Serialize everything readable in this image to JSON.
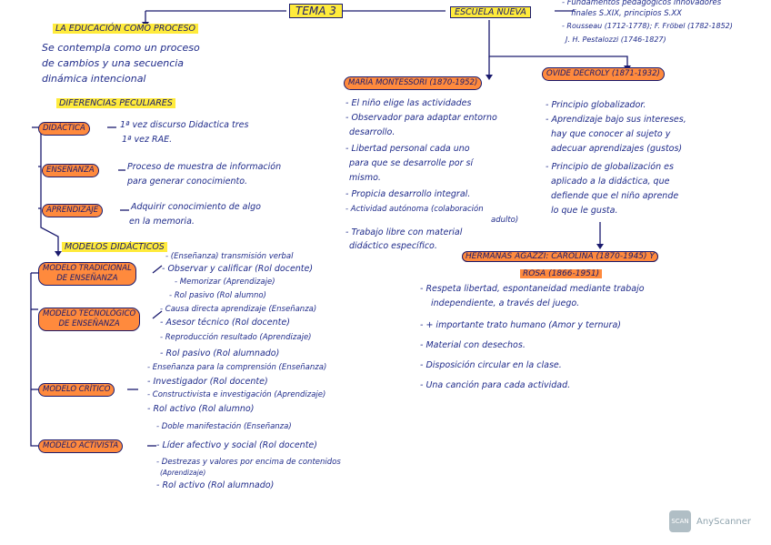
{
  "header": {
    "tema": "TEMA 3",
    "escuela": "ESCUELA NUEVA",
    "escuela_notes": [
      "- Fundamentos pedagógicos innovadores",
      "finales S.XIX, principios S.XX",
      "- Rousseau (1712-1778); F. Fröbel (1782-1852)",
      "J. H. Pestalozzi (1746-1827)"
    ]
  },
  "educacion": {
    "title": "LA EDUCACIÓN COMO PROCESO",
    "lines": [
      "Se contempla como un proceso",
      "de cambios y una secuencia",
      "dinámica intencional"
    ]
  },
  "diferencias": {
    "title": "DIFERENCIAS PECULIARES",
    "items": [
      {
        "label": "DIDÁCTICA",
        "lines": [
          "1ª vez discurso Didactica tres",
          "1ª vez RAE."
        ]
      },
      {
        "label": "ENSEÑANZA",
        "lines": [
          "Proceso de muestra de información",
          "para generar conocimiento."
        ]
      },
      {
        "label": "APRENDIZAJE",
        "lines": [
          "Adquirir conocimiento de algo",
          "en la memoria."
        ]
      }
    ]
  },
  "modelos": {
    "title": "MODELOS DIDÁCTICOS",
    "items": [
      {
        "label": [
          "MODELO TRADICIONAL",
          "DE ENSEÑANZA"
        ],
        "lines": [
          "- (Enseñanza) transmisión verbal",
          "- Observar y calificar (Rol docente)",
          "- Memorizar (Aprendizaje)",
          "- Rol pasivo (Rol alumno)"
        ]
      },
      {
        "label": [
          "MODELO TECNOLÓGICO",
          "DE ENSEÑANZA"
        ],
        "lines": [
          "- Causa directa aprendizaje (Enseñanza)",
          "- Asesor técnico (Rol docente)",
          "- Reproducción resultado (Aprendizaje)",
          "- Rol pasivo (Rol alumnado)"
        ]
      },
      {
        "label": [
          "MODELO CRÍTICO"
        ],
        "lines": [
          "- Enseñanza para la comprensión (Enseñanza)",
          "- Investigador (Rol docente)",
          "- Constructivista e investigación (Aprendizaje)",
          "- Rol activo (Rol alumno)"
        ]
      },
      {
        "label": [
          "MODELO ACTIVISTA"
        ],
        "lines": [
          "- Doble manifestación (Enseñanza)",
          "- Líder afectivo y social (Rol docente)",
          "- Destrezas y valores por encima de contenidos",
          "(Aprendizaje)",
          "- Rol activo (Rol alumnado)"
        ]
      }
    ]
  },
  "montessori": {
    "title": "MARÍA MONTESSORI (1870-1952)",
    "lines": [
      "- El niño elige las actividades",
      "- Observador para adaptar entorno",
      "desarrollo.",
      "- Libertad personal cada uno",
      "para que se desarrolle por sí",
      "mismo.",
      "- Propicia desarrollo integral.",
      "- Actividad autónoma (colaboración",
      "adulto)",
      "- Trabajo libre con material",
      "didáctico específico."
    ]
  },
  "decroly": {
    "title": "OVIDE DECROLY (1871-1932)",
    "lines": [
      "- Principio globalizador.",
      "- Aprendizaje bajo sus intereses,",
      "hay que conocer al sujeto y",
      "adecuar aprendizajes (gustos)",
      "- Principio de globalización es",
      "aplicado a la didáctica, que",
      "defiende que el niño aprende",
      "lo que le gusta."
    ]
  },
  "agazzi": {
    "title_line1": "HERMANAS AGAZZI: CAROLINA (1870-1945) Y",
    "title_line2": "ROSA (1866-1951)",
    "lines": [
      "- Respeta libertad, espontaneidad mediante trabajo",
      "independiente, a través del juego.",
      "- + importante trato humano (Amor y ternura)",
      "- Material con desechos.",
      "- Disposición circular en la clase.",
      "- Una canción para cada actividad."
    ]
  },
  "watermark": {
    "icon": "SCAN",
    "text": "AnyScanner"
  }
}
